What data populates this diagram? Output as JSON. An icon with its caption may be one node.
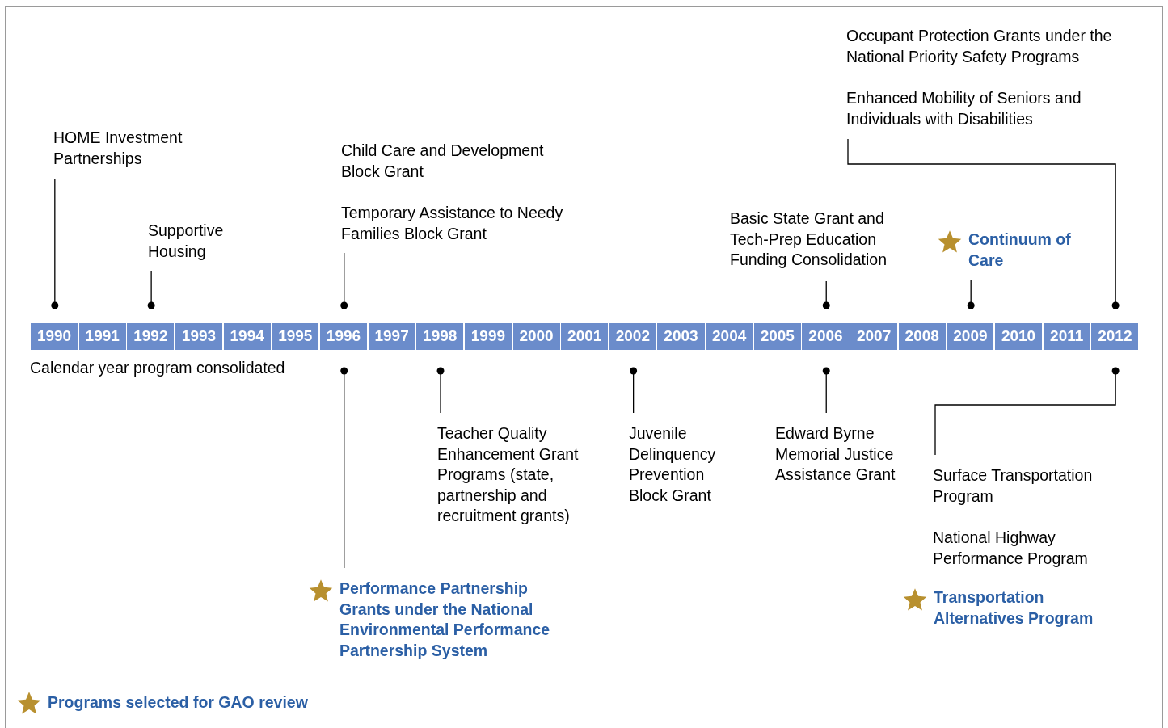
{
  "diagram": {
    "nodes": [
      {
        "text": [
          "1990"
        ]
      },
      {
        "text": [
          "1991"
        ]
      },
      {
        "text": [
          "1992"
        ]
      },
      {
        "text": [
          "1993"
        ]
      },
      {
        "text": [
          "1994"
        ]
      },
      {
        "text": [
          "1995"
        ]
      },
      {
        "text": [
          "1996"
        ]
      },
      {
        "text": [
          "1997"
        ]
      },
      {
        "text": [
          "1998"
        ]
      },
      {
        "text": [
          "1999"
        ]
      },
      {
        "text": [
          "2000"
        ]
      },
      {
        "text": [
          "2001"
        ]
      },
      {
        "text": [
          "2002"
        ]
      },
      {
        "text": [
          "2003"
        ]
      },
      {
        "text": [
          "2004"
        ]
      },
      {
        "text": [
          "2005"
        ]
      },
      {
        "text": [
          "2006"
        ]
      },
      {
        "text": [
          "2007"
        ]
      },
      {
        "text": [
          "2008"
        ]
      },
      {
        "text": [
          "2009"
        ]
      },
      {
        "text": [
          "2010"
        ]
      },
      {
        "text": [
          "2011"
        ]
      },
      {
        "text": [
          "2012"
        ]
      },
      {
        "text": [
          "HOME Investment Partnerships"
        ]
      },
      {
        "text": [
          "Supportive Housing"
        ]
      },
      {
        "text": [
          "Child Care and Development Block Grant",
          "Temporary Assistance to Needy Families Block Grant"
        ]
      },
      {
        "text": [
          "Basic State Grant and Tech-Prep Education Funding Consolidation"
        ]
      },
      {
        "text": [
          "Continuum of Care"
        ]
      },
      {
        "text": [
          "Occupant Protection Grants under the National Priority Safety Programs",
          "Enhanced Mobility of Seniors and Individuals with Disabilities"
        ]
      },
      {
        "text": [
          "Performance Partnership Grants under the National Environmental Performance Partnership System"
        ]
      },
      {
        "text": [
          "Teacher Quality Enhancement Grant Programs (state, partnership and recruitment grants)"
        ]
      },
      {
        "text": [
          "Juvenile Delinquency Prevention Block Grant"
        ]
      },
      {
        "text": [
          "Edward Byrne Memorial Justice Assistance Grant"
        ]
      },
      {
        "text": [
          "Surface Transportation Program",
          "National Highway Performance Program"
        ]
      },
      {
        "text": [
          "Transportation Alternatives Program"
        ]
      },
      {
        "text": [],
        "shape": "star",
        "in": 27
      },
      {
        "text": [],
        "shape": "star",
        "in": 29
      },
      {
        "text": [],
        "shape": "star",
        "in": 34
      }
    ],
    "edges": [
      {
        "from": 23,
        "to": 0,
        "arrow": "other"
      },
      {
        "from": 24,
        "to": 2,
        "arrow": "other"
      },
      {
        "from": 25,
        "to": 6,
        "arrow": "other"
      },
      {
        "from": 26,
        "to": 16,
        "arrow": "other"
      },
      {
        "from": 27,
        "to": 19,
        "arrow": "other"
      },
      {
        "from": 28,
        "to": 22,
        "arrow": "other"
      },
      {
        "from": 29,
        "to": 6,
        "arrow": "other"
      },
      {
        "from": 30,
        "to": 8,
        "arrow": "other"
      },
      {
        "from": 31,
        "to": 12,
        "arrow": "other"
      },
      {
        "from": 32,
        "to": 16,
        "arrow": "other"
      },
      {
        "from": 33,
        "to": 22,
        "arrow": "other"
      }
    ],
    "labels": [
      "Calendar year program consolidated"
    ],
    "legend": [
      {
        "text": "Programs selected for GAO review"
      }
    ]
  }
}
